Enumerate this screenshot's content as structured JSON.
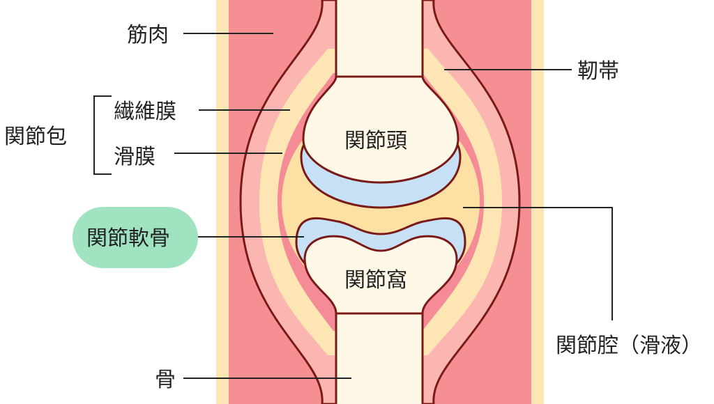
{
  "colors": {
    "muscle": "#f58f93",
    "muscle_light": "#fbb6b1",
    "fat": "#fde6b3",
    "synovial": "#f48b96",
    "cavity": "#fce0a4",
    "bone": "#fff8e7",
    "cartilage": "#c6e0f5",
    "outline": "#7a1a16",
    "highlight_pill": "#9fe3c0",
    "line": "#222222"
  },
  "labels": {
    "muscle": "筋肉",
    "ligament": "靭帯",
    "joint_capsule": "関節包",
    "fibrous_membrane": "繊維膜",
    "synovial_membrane": "滑膜",
    "articular_cartilage": "関節軟骨",
    "joint_head": "関節頭",
    "joint_socket": "関節窩",
    "joint_cavity": "関節腔（滑液）",
    "bone": "骨"
  }
}
